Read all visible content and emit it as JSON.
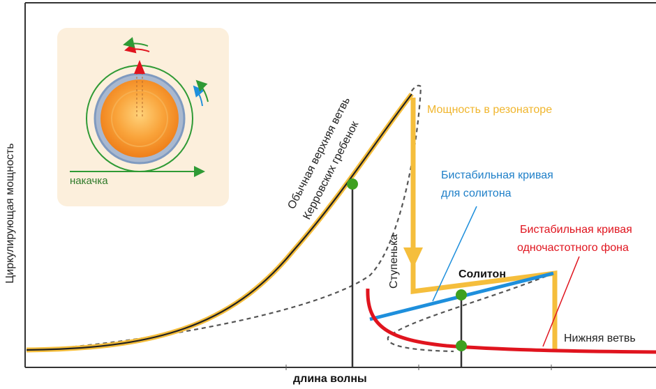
{
  "axes": {
    "y_label": "Циркулирующая мощность",
    "x_label": "длина волны"
  },
  "inset": {
    "pump_label": "накачка"
  },
  "annotations": {
    "upper_branch_line1": "Обычная верхняя ветвь",
    "upper_branch_line2": "Керровских гребенок",
    "resonator_power": "Мощность в резонаторе",
    "soliton_curve_line1": "Бистабильная кривая",
    "soliton_curve_line2": "для солитона",
    "cw_curve_line1": "Бистабильная кривая",
    "cw_curve_line2": "одночастотного фона",
    "step": "Ступенька",
    "soliton": "Солитон",
    "lower_branch": "Нижняя ветвь"
  },
  "colors": {
    "resonator_power": "#f5be3c",
    "soliton_curve": "#1e8fdc",
    "cw_curve": "#e0141e",
    "marker": "#3ea020",
    "pump": "#2f9a35",
    "dashed": "#555555",
    "axis": "#333333"
  }
}
